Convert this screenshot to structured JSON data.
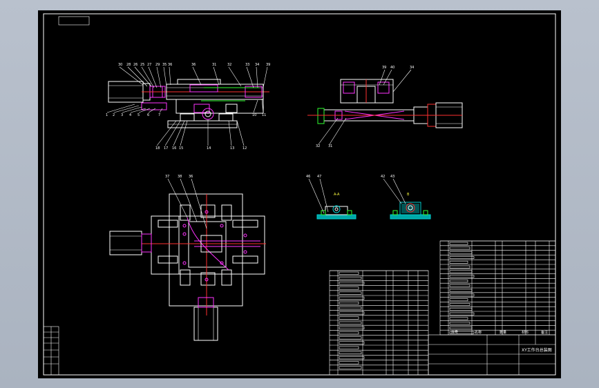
{
  "drawing": {
    "sheet_color": "#000000",
    "line_color": "#ffffff",
    "accent_colors": {
      "magenta": "#ff33ff",
      "red": "#ff3030",
      "cyan": "#00d0d0",
      "green": "#30ff30",
      "yellow": "#ffff40"
    },
    "views": [
      "front-view",
      "side-view",
      "top-view",
      "detail-view-a",
      "detail-view-b"
    ],
    "section_labels": {
      "detail_a": "A-A",
      "detail_b": "B"
    },
    "title_block": {
      "name": "XY工作台总装图",
      "cells": [
        "序号",
        "名称",
        "数量",
        "材料",
        "备注"
      ]
    }
  }
}
